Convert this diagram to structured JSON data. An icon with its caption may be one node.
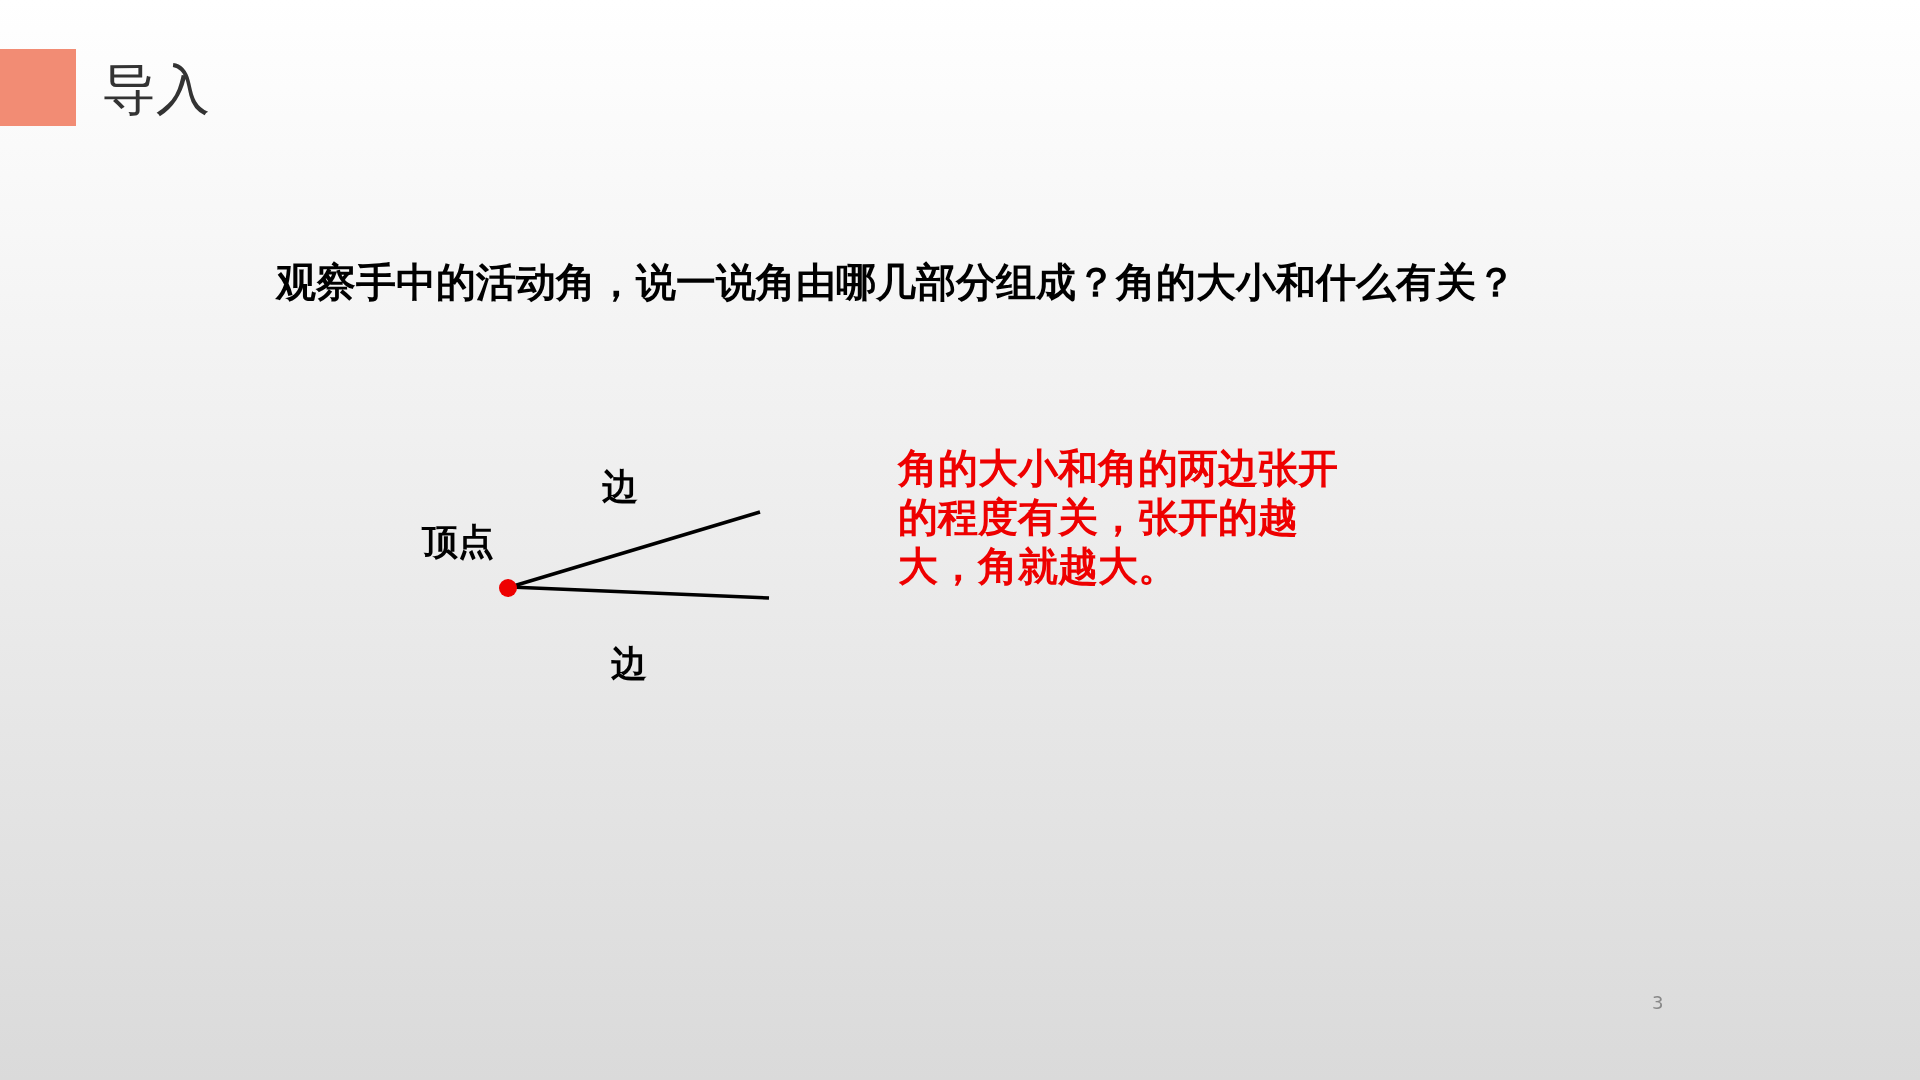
{
  "diagram": {
    "title": "导入",
    "labels": [
      "观察手中的活动角，说一说角由哪几部分组成？角的大小和什么有关？",
      "边",
      "顶点",
      "边",
      "角的大小和角的两边张开的程度有关，张开的越大，角就越大。",
      "3"
    ]
  }
}
